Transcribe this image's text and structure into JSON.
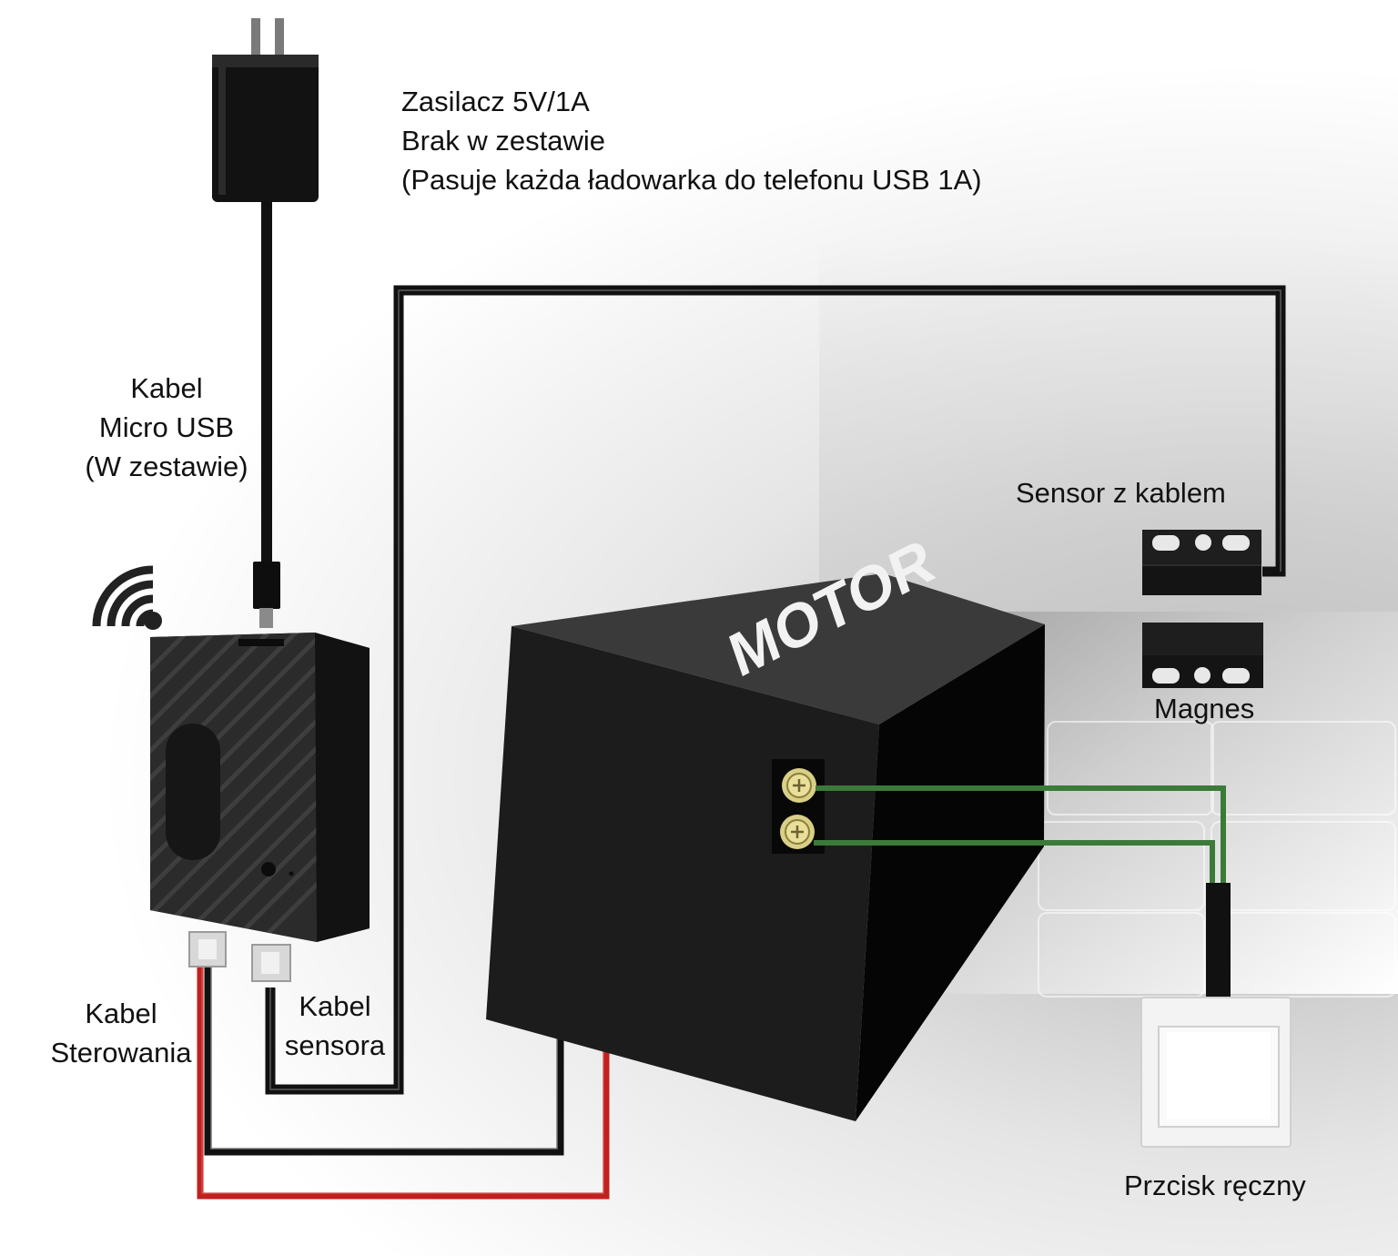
{
  "labels": {
    "power_supply": {
      "line1": "Zasilacz 5V/1A",
      "line2": "Brak w zestawie",
      "line3": "(Pasuje każda ładowarka do telefonu USB 1A)"
    },
    "usb_cable": {
      "line1": "Kabel",
      "line2": "Micro USB",
      "line3": "(W zestawie)"
    },
    "sensor": "Sensor z kablem",
    "magnet": "Magnes",
    "control_cable": {
      "line1": "Kabel",
      "line2": "Sterowania"
    },
    "sensor_cable": {
      "line1": "Kabel",
      "line2": "sensora"
    },
    "manual_button": "Przcisk ręczny",
    "motor": "MOTOR"
  },
  "colors": {
    "wire_black": "#111111",
    "wire_red": "#c0201e",
    "wire_green": "#3c7a3a",
    "device_body": "#262626",
    "motor_top": "#3a3a3a",
    "motor_front": "#1c1c1c",
    "motor_side": "#050505",
    "terminal_screw": "#d9cf86"
  },
  "icons": {
    "wifi": "wifi-icon",
    "plug": "power-plug-icon",
    "micro_usb": "micro-usb-connector-icon",
    "terminal": "screw-terminal-icon",
    "wall_switch": "wall-switch-icon"
  }
}
